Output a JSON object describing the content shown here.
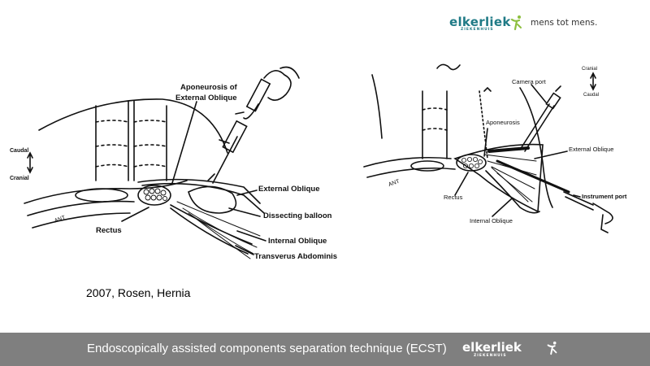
{
  "brand": {
    "name": "elkerliek",
    "sub": "ZIEKENHUIS",
    "tagline": "mens tot mens."
  },
  "figure_left": {
    "orientation_top": "Caudal",
    "orientation_bottom": "Cranial",
    "labels": {
      "aponeurosis": "Aponeurosis of",
      "aponeurosis_2": "External Oblique",
      "external_oblique": "External Oblique",
      "dissecting_balloon": "Dissecting balloon",
      "rectus": "Rectus",
      "internal_oblique": "Internal Oblique",
      "transversus": "Transverus Abdominis"
    },
    "signature": "ANT"
  },
  "figure_right": {
    "orientation_top": "Cranial",
    "orientation_bottom": "Caudal",
    "labels": {
      "camera_port": "Camera port",
      "aponeurosis": "Aponeurosis",
      "external_oblique": "External Oblique",
      "rectus": "Rectus",
      "internal_oblique": "Internal Oblique",
      "instrument_port": "Instrument port"
    },
    "signature": "ANT"
  },
  "citation": "2007, Rosen, Hernia",
  "footer": {
    "title": "Endoscopically assisted components separation technique (ECST)"
  },
  "colors": {
    "brand_teal": "#1f7a86",
    "footer_bg": "#7f7f7f"
  }
}
